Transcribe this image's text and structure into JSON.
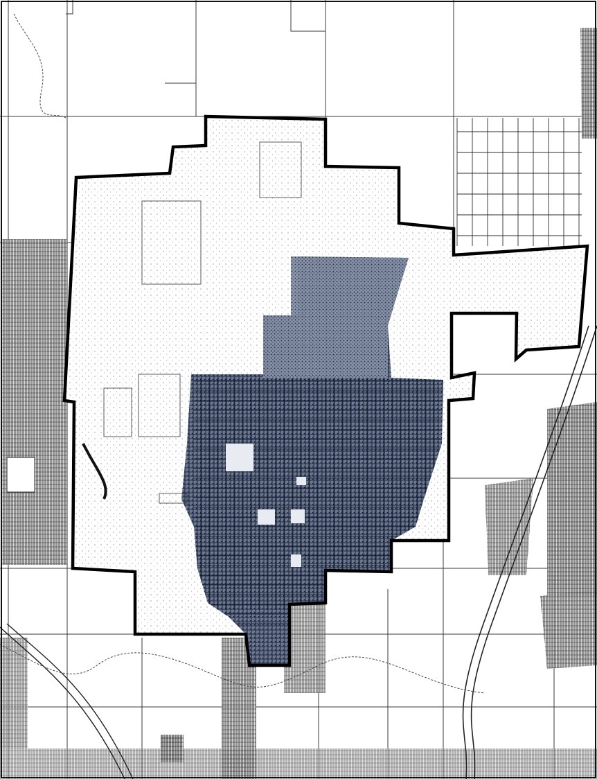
{
  "map": {
    "style": "scanned black-and-white parcel map",
    "boundary_color": "#000000",
    "shading_color": "#1e2a44",
    "line_color": "#2b2b2b",
    "background_color": "#ffffff"
  },
  "features": [
    {
      "name": "city-limits-boundary",
      "type": "outline"
    },
    {
      "name": "urbanized-area",
      "type": "dense-parcel-grid"
    },
    {
      "name": "northeast-urban-extension",
      "type": "dense-shading"
    },
    {
      "name": "interior-parcels",
      "type": "stippled-area"
    },
    {
      "name": "highway-corridor",
      "type": "diagonal-road"
    },
    {
      "name": "west-subdivision",
      "type": "parcel-grid"
    },
    {
      "name": "east-subdivision",
      "type": "parcel-grid"
    },
    {
      "name": "south-subdivisions",
      "type": "parcel-grid"
    },
    {
      "name": "streams",
      "type": "meandering-lines"
    }
  ]
}
